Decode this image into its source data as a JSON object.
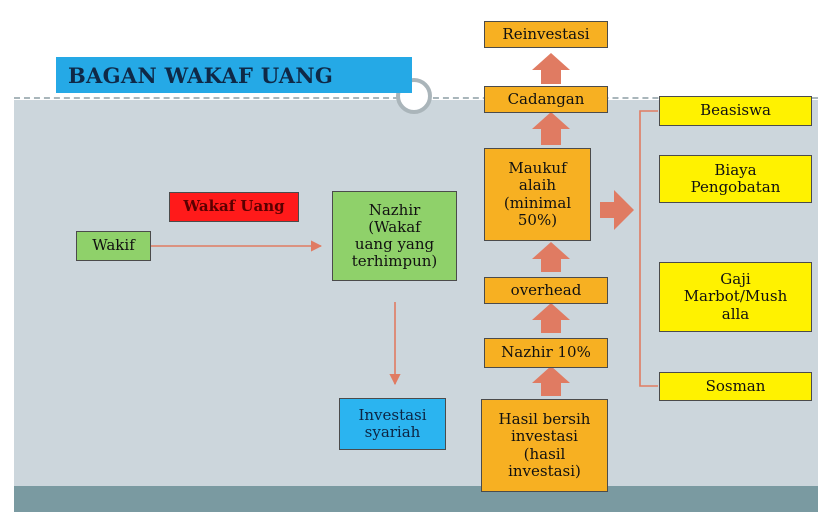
{
  "title": "BAGAN WAKAF UANG",
  "nodes": {
    "wakaf_uang": "Wakaf Uang",
    "wakif": "Wakif",
    "nazhir": "Nazhir\n(Wakaf\nuang yang\nterhimpun)",
    "investasi_syariah": "Investasi\nsyariah",
    "hasil_bersih": "Hasil bersih\ninvestasi\n(hasil\ninvestasi)",
    "nazhir_10": "Nazhir 10%",
    "overhead": "overhead",
    "maukuf_alaih": "Maukuf\nalaih\n(minimal\n50%)",
    "cadangan": "Cadangan",
    "reinvestasi": "Reinvestasi",
    "beasiswa": "Beasiswa",
    "biaya_pengobatan": "Biaya\nPengobatan",
    "gaji_marbot": "Gaji\nMarbot/Mush\nalla",
    "sosman": "Sosman"
  },
  "colors": {
    "title_bg": "#25a9e6",
    "green": "#8fd16a",
    "red": "#ff1a1a",
    "blue": "#2bb4f0",
    "orange": "#f7b022",
    "yellow": "#fff200",
    "arrow": "#e07b62",
    "slide_body": "#ccd6dc",
    "slide_footer": "#7a9aa1"
  }
}
